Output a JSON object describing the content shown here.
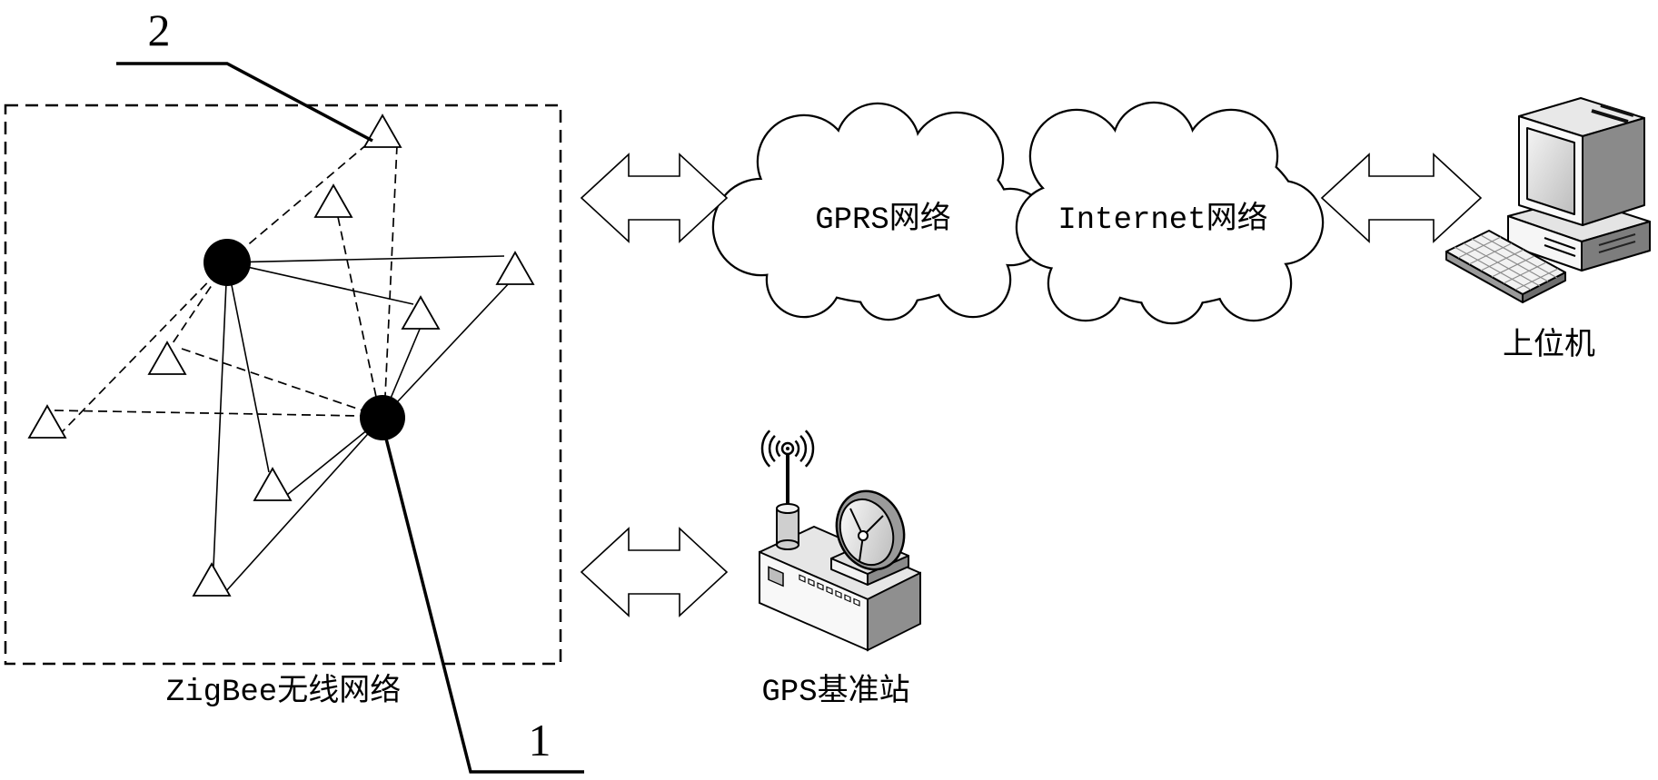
{
  "callouts": {
    "node_2": "2",
    "node_1": "1"
  },
  "zigbee_network": {
    "label": "ZigBee无线网络"
  },
  "clouds": {
    "gprs": "GPRS网络",
    "internet": "Internet网络"
  },
  "host_computer": {
    "label": "上位机",
    "icon": "desktop-computer-icon"
  },
  "gps_base_station": {
    "label": "GPS基准站",
    "icon": "gps-base-station-icon"
  }
}
